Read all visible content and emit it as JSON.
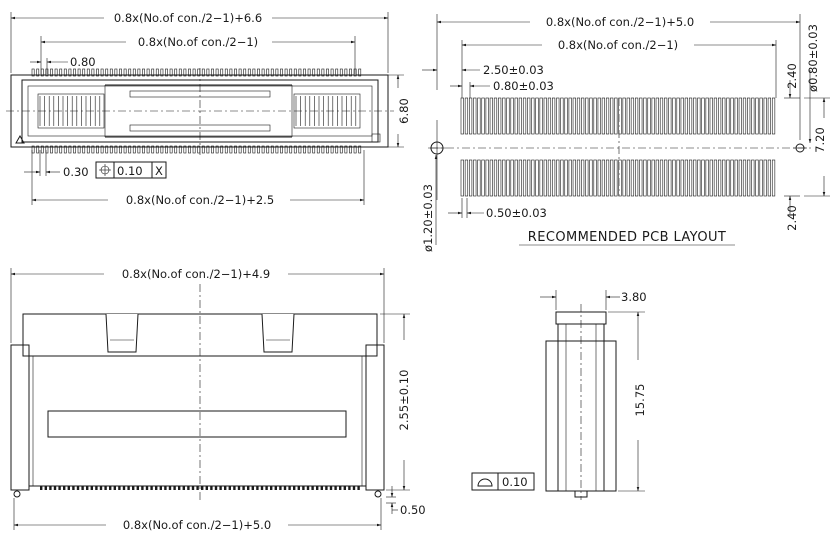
{
  "top_view": {
    "dim_overall": "0.8x(No.of  con./2−1)+6.6",
    "dim_inner": "0.8x(No.of  con./2−1)",
    "dim_pitch": "0.80",
    "dim_height": "6.80",
    "dim_pin_width": "0.30",
    "tolerance_value": "0.10",
    "tolerance_datum": "X",
    "dim_bottom": "0.8x(No.of  con./2−1)+2.5"
  },
  "pcb_layout": {
    "dim_overall": "0.8x(No.of  con./2−1)+5.0",
    "dim_inner": "0.8x(No.of  con./2−1)",
    "dim_hole_offset": "2.50±0.03",
    "dim_pad_pitch": "0.80±0.03",
    "dim_top_offset": "2.40",
    "dim_peg_hole": "ø0.80±0.03",
    "dim_row_span": "7.20",
    "dim_bottom_offset": "2.40",
    "dim_hole_diameter": "ø1.20±0.03",
    "dim_pad_width": "0.50±0.03",
    "caption": "RECOMMENDED  PCB  LAYOUT"
  },
  "front_view": {
    "dim_overall": "0.8x(No.of  con./2−1)+4.9",
    "dim_height": "2.55±0.10",
    "dim_bottom": "0.8x(No.of  con./2−1)+5.0",
    "dim_standoff": "0.50"
  },
  "side_view": {
    "dim_width": "3.80",
    "dim_height": "15.75",
    "flatness_value": "0.10"
  }
}
